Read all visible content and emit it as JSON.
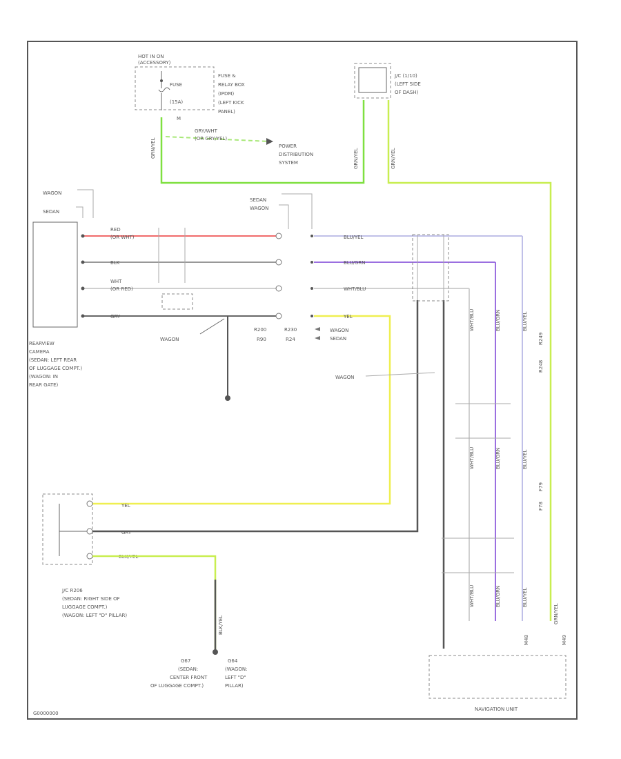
{
  "colors": {
    "green": "#7fe040",
    "yellow_green": "#c8ee50",
    "red": "#f06a6a",
    "violet": "#9b6fe0",
    "lavender": "#c0c0e8",
    "gray": "#d0d0d0",
    "yellow": "#efef50",
    "dark": "#555555"
  },
  "labels": {
    "hot_in_on": "HOT IN ON",
    "accessory": "(ACCESSORY)",
    "fuse": "FUSE",
    "fuse_num": "(15A)",
    "fuse_pin": "M",
    "fuse_box_1": "FUSE &",
    "fuse_box_2": "RELAY BOX",
    "fuse_box_3": "(IPDM)",
    "fuse_box_4": "(LEFT KICK",
    "fuse_box_5": "PANEL)",
    "gry_wht": "GRY/WHT",
    "gry_wht_alt": "(OR GRY/YEL)",
    "power_dist_1": "POWER",
    "power_dist_2": "DISTRIBUTION",
    "power_dist_3": "SYSTEM",
    "jc_1": "J/C (1/10)",
    "jc_2": "(LEFT SIDE",
    "jc_3": "OF DASH)",
    "grn_yel_left": "GRN/YEL",
    "grn_yel_right": "GRN/YEL",
    "wagon_top": "WAGON",
    "sedan_top": "SEDAN",
    "sedan_mid": "SEDAN",
    "wagon_mid": "WAGON",
    "red": "RED",
    "red_alt": "(OR WHT)",
    "blk": "BLK",
    "wht": "WHT",
    "wht_alt": "(OR RED)",
    "gry": "GRY",
    "blu_yel": "BLU/YEL",
    "blu_grn": "BLU/GRN",
    "wht_blu": "WHT/BLU",
    "yel": "YEL",
    "wagon_left": "WAGON",
    "r200": "R200",
    "r230": "R230",
    "r90": "R90",
    "r24": "R24",
    "wagon_r": "WAGON",
    "sedan_r": "SEDAN",
    "cam_1": "REARVIEW",
    "cam_2": "CAMERA",
    "cam_3": "(SEDAN: LEFT REAR",
    "cam_4": "OF LUGGAGE COMPT.)",
    "cam_5": "(WAGON: IN",
    "cam_6": "REAR GATE)",
    "wagon_harness": "WAGON",
    "jc2_1": "J/C R206",
    "jc2_2": "(SEDAN: RIGHT SIDE OF",
    "jc2_3": "LUGGAGE COMPT.)",
    "jc2_4": "(WAGON: LEFT \"D\" PILLAR)",
    "yel_low": "YEL",
    "gry_low": "GRY",
    "blk_yel": "BLK/YEL",
    "blk_yel_v": "BLK/YEL",
    "g_left_1": "G67",
    "g_left_2": "(SEDAN:",
    "g_left_3": "CENTER FRONT",
    "g_left_4": "OF LUGGAGE COMPT.)",
    "g_right_1": "G64",
    "g_right_2": "(WAGON:",
    "g_right_3": "LEFT \"D\"",
    "g_right_4": "PILLAR)",
    "nav_unit": "NAVIGATION UNIT",
    "footer": "G0000000",
    "wht_blu_v1": "WHT/BLU",
    "wht_blu_v2": "WHT/BLU",
    "wht_blu_v3": "WHT/BLU",
    "blu_grn_v1": "BLU/GRN",
    "blu_grn_v2": "BLU/GRN",
    "blu_grn_v3": "BLU/GRN",
    "blu_yel_v1": "BLU/YEL",
    "blu_yel_v2": "BLU/YEL",
    "blu_yel_v3": "BLU/YEL",
    "grn_yel_v": "GRN/YEL",
    "pin_r248": "R248",
    "pin_r249": "R249",
    "pin_f78": "F78",
    "pin_f79": "F79",
    "pin_m48": "M48",
    "pin_m49": "M49"
  }
}
